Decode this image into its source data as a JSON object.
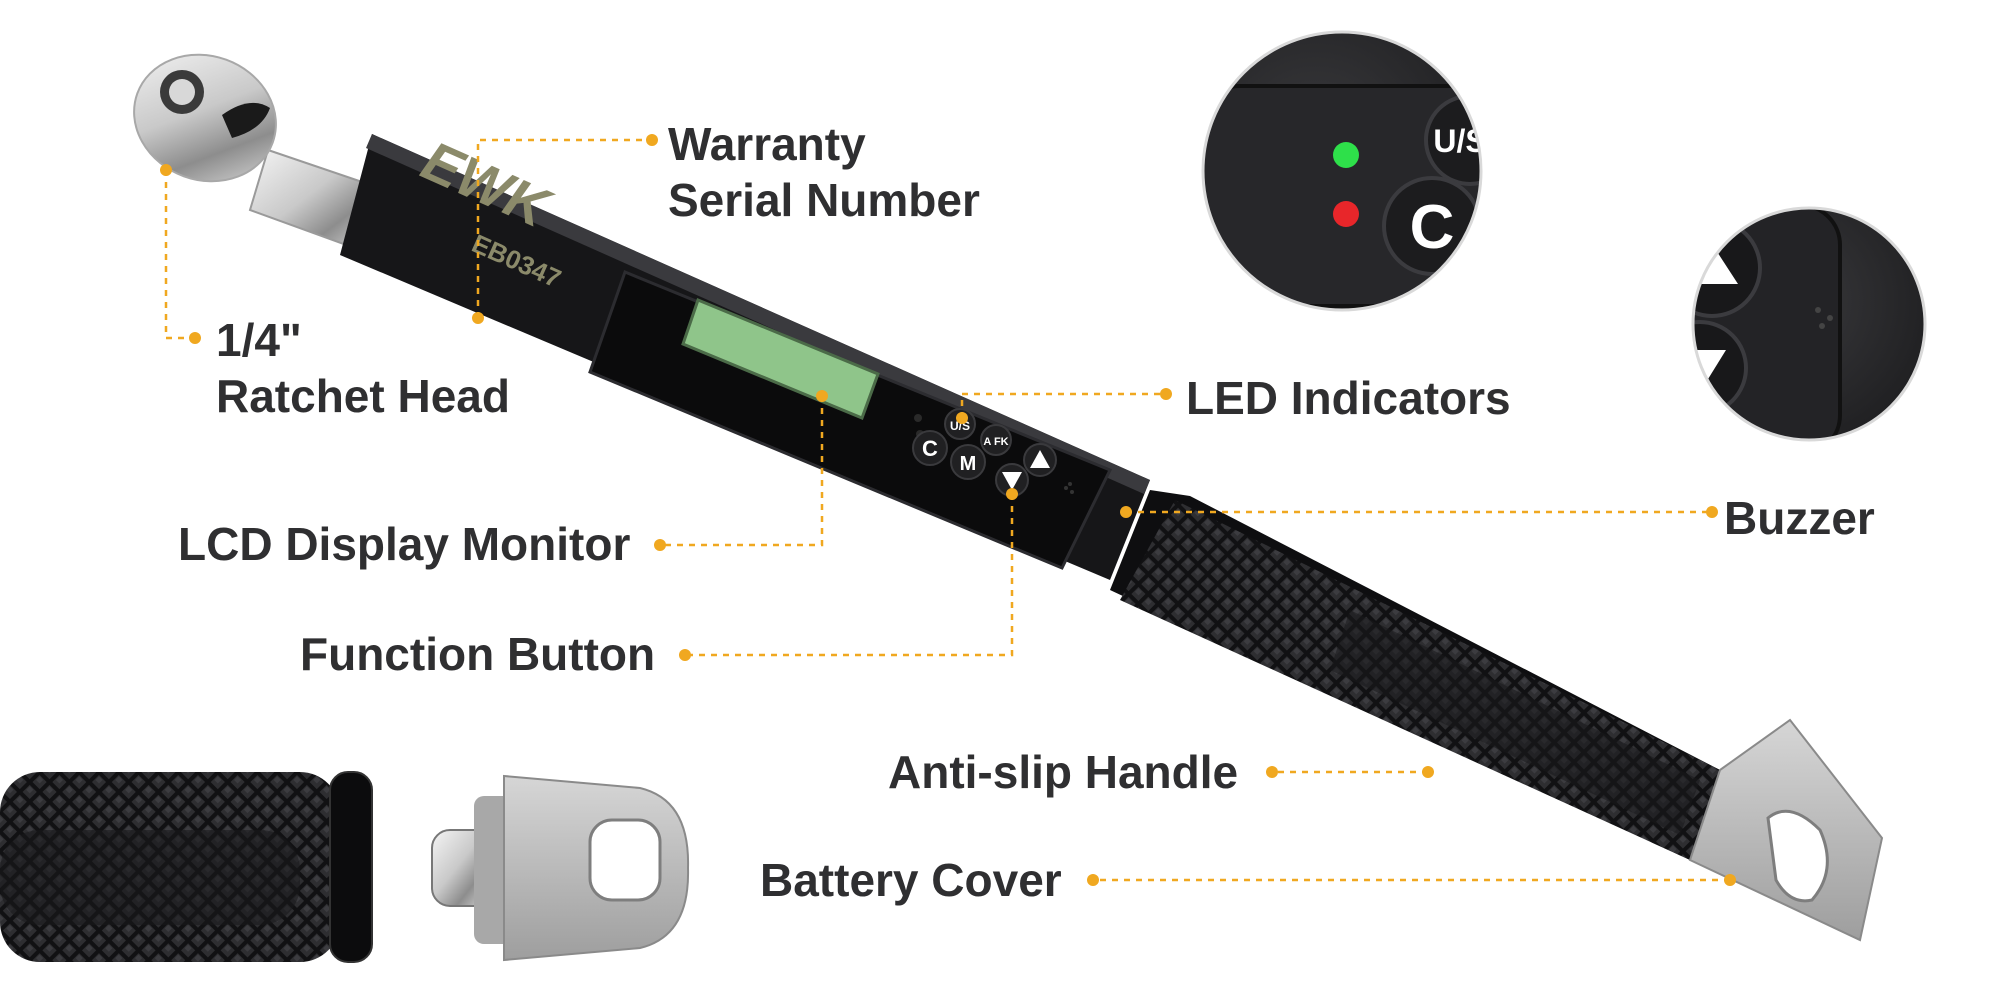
{
  "product": {
    "brand": "EWK",
    "model": "EB0347",
    "buttons": {
      "us": "U/S",
      "clear": "C",
      "mode": "M",
      "afk": "A FK",
      "up": "▲",
      "down": "▼"
    },
    "zoom_led_buttons": {
      "us": "U/S",
      "clear": "C"
    }
  },
  "callouts": {
    "warranty": {
      "line1": "Warranty",
      "line2": "Serial Number"
    },
    "ratchet": {
      "line1": "1/4\"",
      "line2": "Ratchet Head"
    },
    "led": "LED Indicators",
    "buzzer": "Buzzer",
    "lcd": "LCD Display Monitor",
    "function": "Function Button",
    "handle": "Anti-slip Handle",
    "battery": "Battery Cover"
  },
  "colors": {
    "callout_line": "#f0a820",
    "label_text": "#2f2f31",
    "body": "#141416",
    "lcd": "#8fc58a",
    "cap": "#b9b9b9",
    "led_green": "#2ee04a",
    "led_red": "#e8262a"
  }
}
